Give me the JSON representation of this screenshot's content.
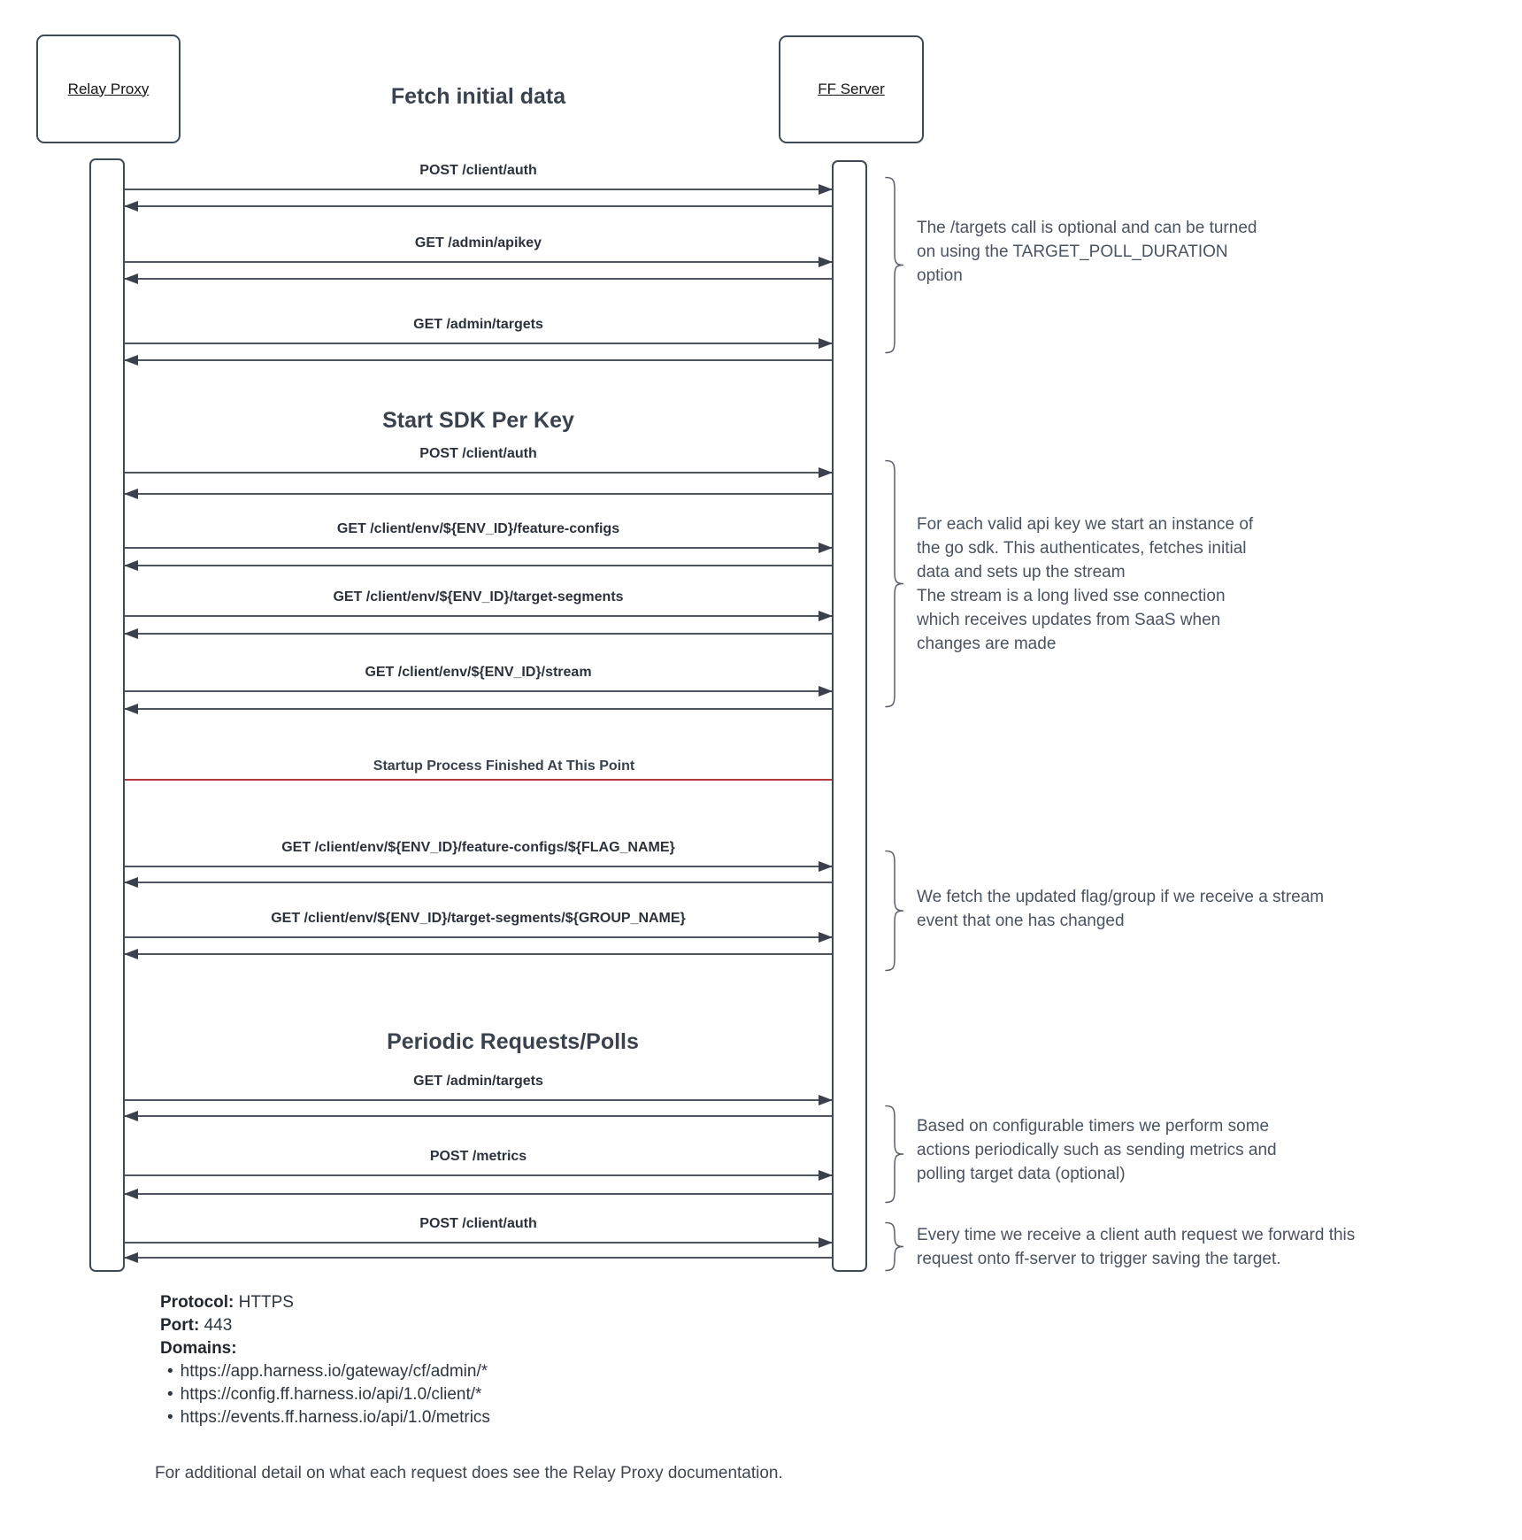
{
  "title": "Fetch initial data",
  "actors": {
    "left": "Relay Proxy",
    "right": "FF Server"
  },
  "section_headings": {
    "start_sdk": "Start SDK Per Key",
    "periodic": "Periodic Requests/Polls"
  },
  "separator_label": "Startup Process Finished At This Point",
  "messages": [
    {
      "label": "POST /client/auth"
    },
    {
      "label": "GET /admin/apikey"
    },
    {
      "label": "GET /admin/targets"
    },
    {
      "label": "POST /client/auth"
    },
    {
      "label": "GET /client/env/${ENV_ID}/feature-configs"
    },
    {
      "label": "GET /client/env/${ENV_ID}/target-segments"
    },
    {
      "label": "GET /client/env/${ENV_ID}/stream"
    },
    {
      "label": "GET /client/env/${ENV_ID}/feature-configs/${FLAG_NAME}"
    },
    {
      "label": "GET /client/env/${ENV_ID}/target-segments/${GROUP_NAME}"
    },
    {
      "label": "GET /admin/targets"
    },
    {
      "label": "POST /metrics"
    },
    {
      "label": "POST /client/auth"
    }
  ],
  "annotations": {
    "targets_optional": "The /targets call is optional and can be turned\non using the TARGET_POLL_DURATION\noption",
    "sdk_instance": "For each valid api key we start an instance of\nthe go sdk. This authenticates, fetches initial\ndata and sets up the stream\nThe stream is a long lived sse connection\nwhich receives updates from SaaS when\nchanges are made",
    "stream_event": "We fetch the updated flag/group if we receive a stream\nevent that one has changed",
    "timers": "Based on configurable timers we perform some\nactions periodically such as sending metrics and\npolling target data (optional)",
    "client_auth": "Every time we receive a client auth request we forward this\nrequest onto ff-server to trigger saving the target."
  },
  "info": {
    "protocol_label": "Protocol:",
    "protocol_value": "HTTPS",
    "port_label": "Port:",
    "port_value": "443",
    "domains_label": "Domains:",
    "bullet": "•",
    "domains": [
      "https://app.harness.io/gateway/cf/admin/*",
      "https://config.ff.harness.io/api/1.0/client/*",
      "https://events.ff.harness.io/api/1.0/metrics"
    ]
  },
  "footer": "For additional detail on what each request does see the Relay Proxy documentation.",
  "colors": {
    "stroke": "#3e4a56",
    "arrow_line": "#4d545e",
    "arrow_head": "#3a414d",
    "red_line": "#b03a3a",
    "heading_text": "#39424d",
    "label_text": "#2b323c",
    "annotation_text": "#4a5360"
  }
}
